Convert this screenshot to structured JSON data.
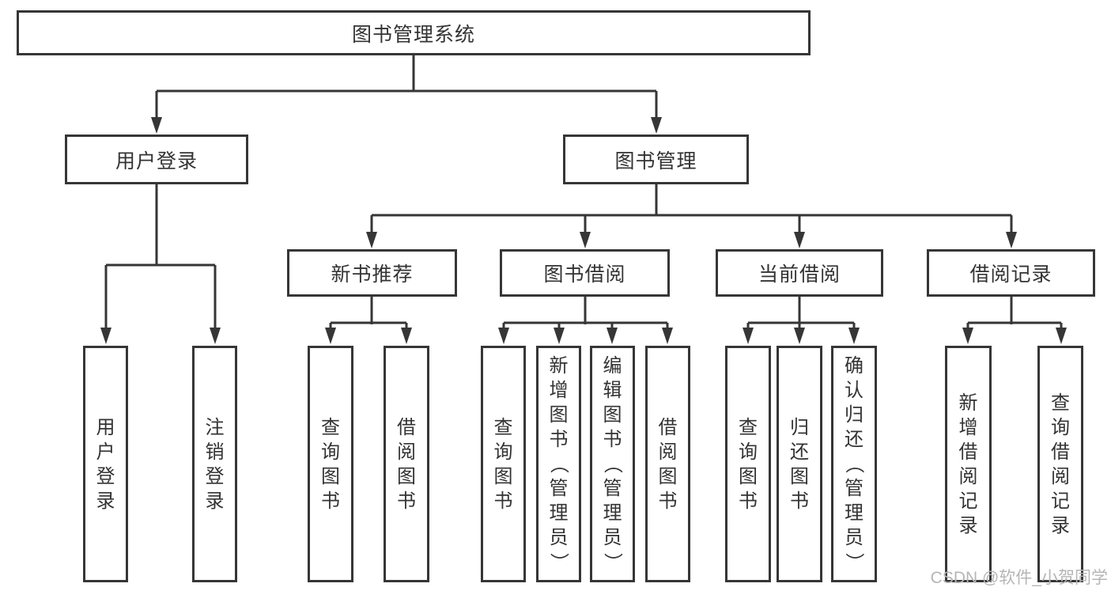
{
  "diagram": {
    "root": {
      "label": "图书管理系统"
    },
    "level2": [
      {
        "label": "用户登录"
      },
      {
        "label": "图书管理"
      }
    ],
    "level3": [
      {
        "label": "新书推荐"
      },
      {
        "label": "图书借阅"
      },
      {
        "label": "当前借阅"
      },
      {
        "label": "借阅记录"
      }
    ],
    "leaves": {
      "user_login": [
        {
          "label": "用户登录"
        },
        {
          "label": "注销登录"
        }
      ],
      "new_book_recommend": [
        {
          "label": "查询图书"
        },
        {
          "label": "借阅图书"
        }
      ],
      "book_borrow": [
        {
          "label": "查询图书"
        },
        {
          "label": "新增图书（管理员）"
        },
        {
          "label": "编辑图书（管理员）"
        },
        {
          "label": "借阅图书"
        }
      ],
      "current_borrow": [
        {
          "label": "查询图书"
        },
        {
          "label": "归还图书"
        },
        {
          "label": "确认归还（管理员）"
        }
      ],
      "borrow_records": [
        {
          "label": "新增借阅记录"
        },
        {
          "label": "查询借阅记录"
        }
      ]
    }
  },
  "watermark": {
    "text": "CSDN @软件_小贺同学"
  },
  "colors": {
    "line": "#363636",
    "text": "#333333",
    "watermark": "#b5b5b5",
    "background": "#ffffff"
  }
}
